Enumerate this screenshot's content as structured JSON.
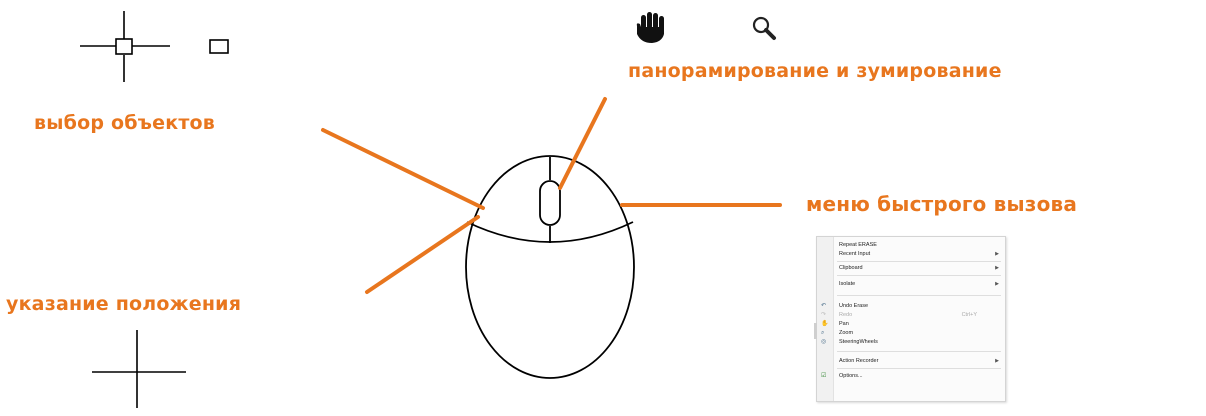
{
  "labels": {
    "select_objects": "выбор объектов",
    "pan_zoom": "панорамирование и зумирование",
    "context_menu": "меню быстрого вызова",
    "point_location": "указание положения"
  },
  "icons": {
    "pick_cursor": "crosshair-pickbox-icon",
    "pickbox": "pickbox-icon",
    "pan": "hand-pan-icon",
    "zoom": "magnifier-zoom-icon",
    "point_cursor": "crosshair-icon"
  },
  "context_menu": {
    "items": [
      {
        "label": "Repeat ERASE",
        "icon": "",
        "shortcut": "",
        "submenu": false,
        "disabled": false
      },
      {
        "label": "Recent Input",
        "icon": "",
        "shortcut": "",
        "submenu": true,
        "disabled": false
      },
      {
        "label": "Clipboard",
        "icon": "",
        "shortcut": "",
        "submenu": true,
        "disabled": false
      },
      {
        "label": "Isolate",
        "icon": "",
        "shortcut": "",
        "submenu": true,
        "disabled": false
      },
      {
        "label": "Undo Erase",
        "icon": "undo-icon",
        "shortcut": "",
        "submenu": false,
        "disabled": false
      },
      {
        "label": "Redo",
        "icon": "redo-icon",
        "shortcut": "Ctrl+Y",
        "submenu": false,
        "disabled": true
      },
      {
        "label": "Pan",
        "icon": "pan-icon",
        "shortcut": "",
        "submenu": false,
        "disabled": false
      },
      {
        "label": "Zoom",
        "icon": "zoom-icon",
        "shortcut": "",
        "submenu": false,
        "disabled": false
      },
      {
        "label": "SteeringWheels",
        "icon": "steering-wheel-icon",
        "shortcut": "",
        "submenu": false,
        "disabled": false
      },
      {
        "label": "Action Recorder",
        "icon": "",
        "shortcut": "",
        "submenu": true,
        "disabled": false
      },
      {
        "label": "Options...",
        "icon": "options-icon",
        "shortcut": "",
        "submenu": false,
        "disabled": false
      }
    ]
  },
  "colors": {
    "accent": "#e8761e",
    "outline": "#000000"
  }
}
